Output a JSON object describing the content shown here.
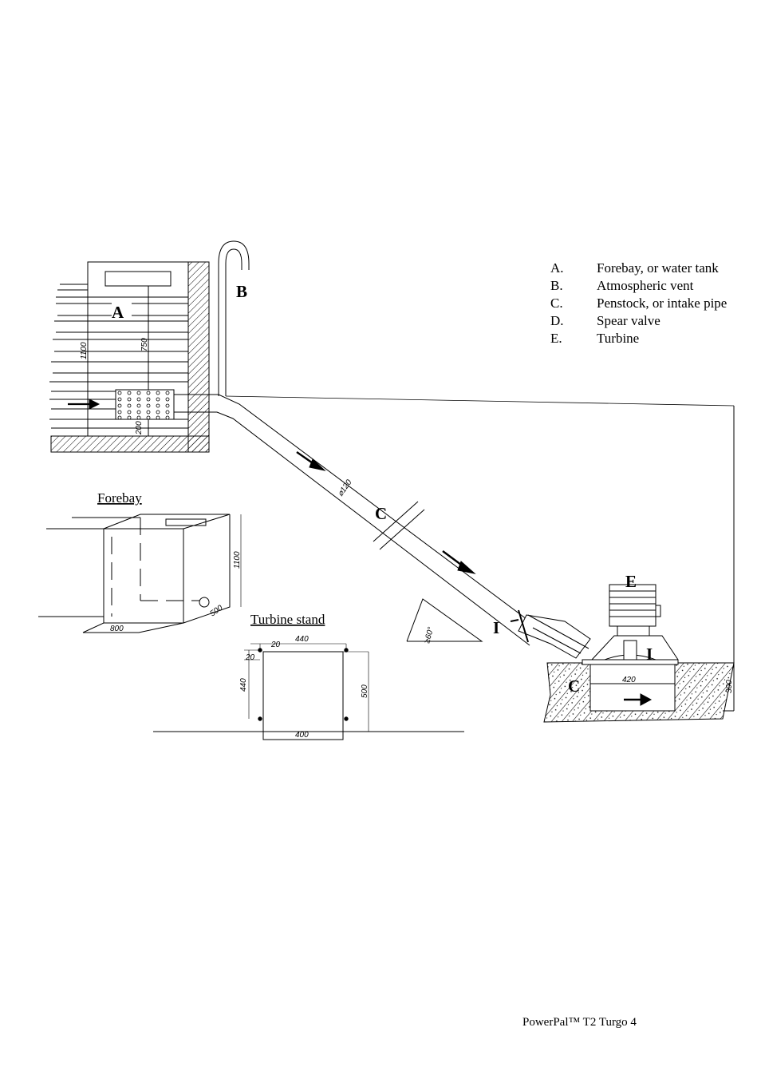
{
  "labels": {
    "A": "A",
    "B": "B",
    "C": "C",
    "D": "I",
    "E": "E",
    "F": "I",
    "G": "C"
  },
  "captions": {
    "forebay": "Forebay",
    "turbine_stand": "Turbine stand"
  },
  "dimensions": {
    "forebay_height": "1100",
    "water_level": "750",
    "screen_height": "200",
    "pipe_diameter": "⌀120",
    "angle": "≥60°",
    "box_height": "1100",
    "box_width": "800",
    "box_depth": "500",
    "stand_top": "440",
    "stand_offset_a": "20",
    "stand_offset_b": "20",
    "stand_side": "440",
    "stand_height": "500",
    "stand_width": "400",
    "pit_width": "420",
    "turbine_elevation": "300"
  },
  "legend": [
    {
      "letter": "A.",
      "text": "Forebay, or water tank"
    },
    {
      "letter": "B.",
      "text": "Atmospheric vent"
    },
    {
      "letter": "C.",
      "text": "Penstock, or intake pipe"
    },
    {
      "letter": "D.",
      "text": "Spear valve"
    },
    {
      "letter": "E.",
      "text": "Turbine"
    }
  ],
  "footer": "PowerPal™ T2 Turgo 4"
}
